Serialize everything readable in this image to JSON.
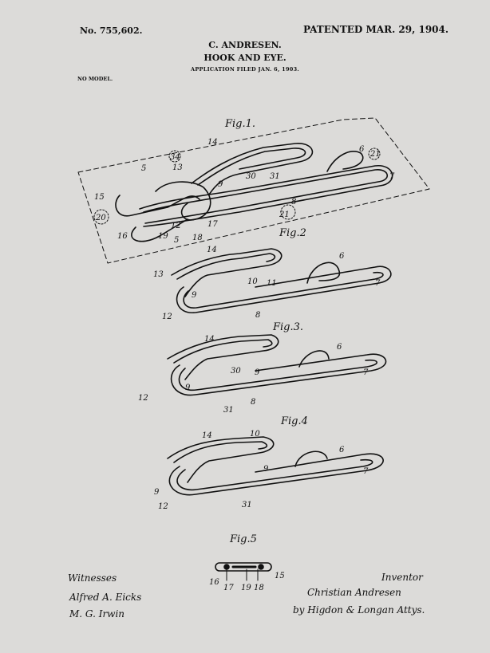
{
  "header": {
    "patent_number": "No. 755,602.",
    "patent_date": "PATENTED MAR. 29, 1904.",
    "inventor": "C. ANDRESEN.",
    "title": "HOOK AND EYE.",
    "application_filed": "APPLICATION FILED JAN. 6, 1903.",
    "model_note": "NO MODEL."
  },
  "figures": {
    "fig1": {
      "label": "Fig.1.",
      "callouts": [
        "5",
        "34",
        "13",
        "14",
        "6",
        "21",
        "7",
        "15",
        "30",
        "9",
        "31",
        "8",
        "20",
        "16",
        "19",
        "5",
        "12",
        "18",
        "17",
        "21"
      ]
    },
    "fig2": {
      "label": "Fig.2"
    },
    "fig3": {
      "label": "Fig.3.",
      "callouts": [
        "14",
        "13",
        "10",
        "11",
        "6",
        "7",
        "9",
        "12",
        "8"
      ]
    },
    "fig4": {
      "label": "Fig.4",
      "callouts": [
        "14",
        "6",
        "7",
        "30",
        "9",
        "12",
        "9",
        "31",
        "8"
      ]
    },
    "fig5": {
      "label": "Fig.5",
      "callouts": [
        "14",
        "10",
        "6",
        "7",
        "9",
        "9",
        "12",
        "31"
      ]
    },
    "fig6": {
      "label": "Fig.5",
      "callouts": [
        "16",
        "17",
        "19",
        "18",
        "15"
      ]
    }
  },
  "signatures": {
    "witnesses_label": "Witnesses",
    "witness_1": "Alfred A. Eicks",
    "witness_2": "M. G. Irwin",
    "inventor_label": "Inventor",
    "inventor_name": "Christian Andresen",
    "attorneys": "by Higdon & Longan Attys."
  }
}
